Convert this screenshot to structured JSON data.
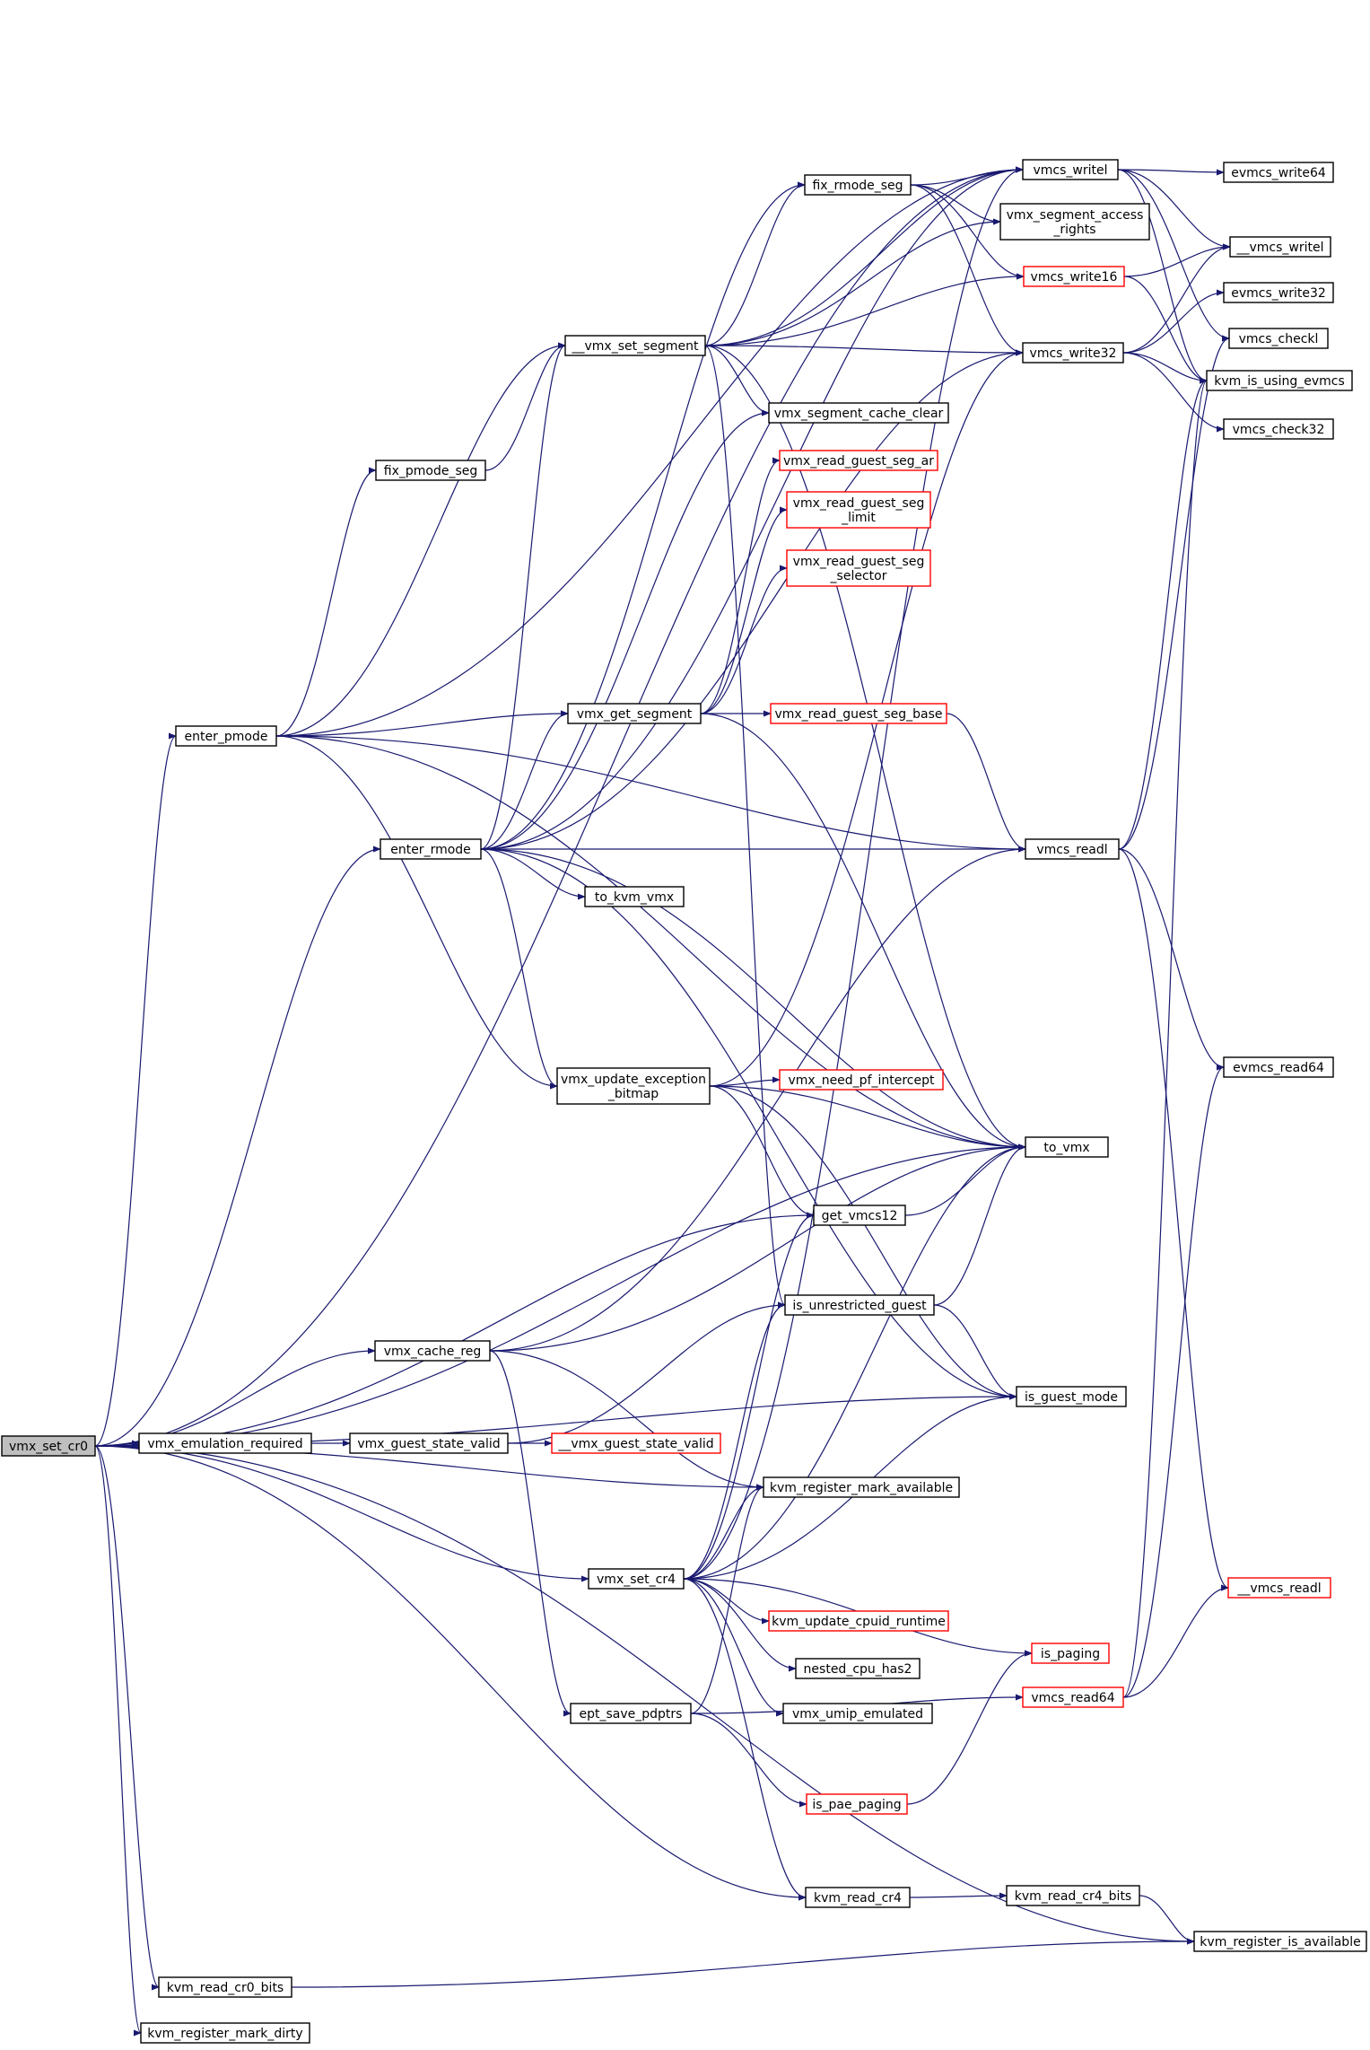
{
  "colors": {
    "edge": "#191970",
    "truncated_border": "#ff0000",
    "root_fill": "#bfbfbf",
    "node_border": "#000000",
    "background": "#ffffff"
  },
  "nodes": {
    "vmx_set_cr0": {
      "lines": [
        "vmx_set_cr0"
      ],
      "kind": "root"
    },
    "enter_pmode": {
      "lines": [
        "enter_pmode"
      ],
      "kind": "normal"
    },
    "enter_rmode": {
      "lines": [
        "enter_rmode"
      ],
      "kind": "normal"
    },
    "fix_pmode_seg": {
      "lines": [
        "fix_pmode_seg"
      ],
      "kind": "normal"
    },
    "vmx_set_segment": {
      "lines": [
        "__vmx_set_segment"
      ],
      "kind": "normal"
    },
    "fix_rmode_seg": {
      "lines": [
        "fix_rmode_seg"
      ],
      "kind": "normal"
    },
    "vmcs_writel": {
      "lines": [
        "vmcs_writel"
      ],
      "kind": "normal"
    },
    "evmcs_write64": {
      "lines": [
        "evmcs_write64"
      ],
      "kind": "normal"
    },
    "vmx_segment_access_rights": {
      "lines": [
        "vmx_segment_access",
        "_rights"
      ],
      "kind": "normal"
    },
    "__vmcs_writel": {
      "lines": [
        "__vmcs_writel"
      ],
      "kind": "normal"
    },
    "vmcs_write16": {
      "lines": [
        "vmcs_write16"
      ],
      "kind": "truncated"
    },
    "evmcs_write32": {
      "lines": [
        "evmcs_write32"
      ],
      "kind": "normal"
    },
    "vmcs_checkl": {
      "lines": [
        "vmcs_checkl"
      ],
      "kind": "normal"
    },
    "vmcs_write32": {
      "lines": [
        "vmcs_write32"
      ],
      "kind": "normal"
    },
    "kvm_is_using_evmcs": {
      "lines": [
        "kvm_is_using_evmcs"
      ],
      "kind": "normal"
    },
    "vmcs_check32": {
      "lines": [
        "vmcs_check32"
      ],
      "kind": "normal"
    },
    "vmx_segment_cache_clear": {
      "lines": [
        "vmx_segment_cache_clear"
      ],
      "kind": "normal"
    },
    "vmx_read_guest_seg_ar": {
      "lines": [
        "vmx_read_guest_seg_ar"
      ],
      "kind": "truncated"
    },
    "vmx_read_guest_seg_limit": {
      "lines": [
        "vmx_read_guest_seg",
        "_limit"
      ],
      "kind": "truncated"
    },
    "vmx_read_guest_seg_selector": {
      "lines": [
        "vmx_read_guest_seg",
        "_selector"
      ],
      "kind": "truncated"
    },
    "vmx_get_segment": {
      "lines": [
        "vmx_get_segment"
      ],
      "kind": "normal"
    },
    "vmx_read_guest_seg_base": {
      "lines": [
        "vmx_read_guest_seg_base"
      ],
      "kind": "truncated"
    },
    "vmcs_readl": {
      "lines": [
        "vmcs_readl"
      ],
      "kind": "normal"
    },
    "to_kvm_vmx": {
      "lines": [
        "to_kvm_vmx"
      ],
      "kind": "normal"
    },
    "evmcs_read64": {
      "lines": [
        "evmcs_read64"
      ],
      "kind": "normal"
    },
    "vmx_update_exception_bitmap": {
      "lines": [
        "vmx_update_exception",
        "_bitmap"
      ],
      "kind": "normal"
    },
    "vmx_need_pf_intercept": {
      "lines": [
        "vmx_need_pf_intercept"
      ],
      "kind": "truncated"
    },
    "to_vmx": {
      "lines": [
        "to_vmx"
      ],
      "kind": "normal"
    },
    "get_vmcs12": {
      "lines": [
        "get_vmcs12"
      ],
      "kind": "normal"
    },
    "is_unrestricted_guest": {
      "lines": [
        "is_unrestricted_guest"
      ],
      "kind": "normal"
    },
    "vmx_cache_reg": {
      "lines": [
        "vmx_cache_reg"
      ],
      "kind": "normal"
    },
    "is_guest_mode": {
      "lines": [
        "is_guest_mode"
      ],
      "kind": "normal"
    },
    "vmx_emulation_required": {
      "lines": [
        "vmx_emulation_required"
      ],
      "kind": "normal"
    },
    "vmx_guest_state_valid": {
      "lines": [
        "vmx_guest_state_valid"
      ],
      "kind": "normal"
    },
    "__vmx_guest_state_valid": {
      "lines": [
        "__vmx_guest_state_valid"
      ],
      "kind": "truncated"
    },
    "kvm_register_mark_available": {
      "lines": [
        "kvm_register_mark_available"
      ],
      "kind": "normal"
    },
    "vmx_set_cr4": {
      "lines": [
        "vmx_set_cr4"
      ],
      "kind": "normal"
    },
    "__vmcs_readl": {
      "lines": [
        "__vmcs_readl"
      ],
      "kind": "truncated"
    },
    "kvm_update_cpuid_runtime": {
      "lines": [
        "kvm_update_cpuid_runtime"
      ],
      "kind": "truncated"
    },
    "is_paging": {
      "lines": [
        "is_paging"
      ],
      "kind": "truncated"
    },
    "nested_cpu_has2": {
      "lines": [
        "nested_cpu_has2"
      ],
      "kind": "normal"
    },
    "vmcs_read64": {
      "lines": [
        "vmcs_read64"
      ],
      "kind": "truncated"
    },
    "ept_save_pdptrs": {
      "lines": [
        "ept_save_pdptrs"
      ],
      "kind": "normal"
    },
    "vmx_umip_emulated": {
      "lines": [
        "vmx_umip_emulated"
      ],
      "kind": "normal"
    },
    "is_pae_paging": {
      "lines": [
        "is_pae_paging"
      ],
      "kind": "truncated"
    },
    "kvm_read_cr4": {
      "lines": [
        "kvm_read_cr4"
      ],
      "kind": "normal"
    },
    "kvm_read_cr4_bits": {
      "lines": [
        "kvm_read_cr4_bits"
      ],
      "kind": "normal"
    },
    "kvm_register_is_available": {
      "lines": [
        "kvm_register_is_available"
      ],
      "kind": "normal"
    },
    "kvm_read_cr0_bits": {
      "lines": [
        "kvm_read_cr0_bits"
      ],
      "kind": "normal"
    },
    "kvm_register_mark_dirty": {
      "lines": [
        "kvm_register_mark_dirty"
      ],
      "kind": "normal"
    }
  },
  "edges": [
    [
      "vmx_set_cr0",
      "enter_pmode"
    ],
    [
      "vmx_set_cr0",
      "enter_rmode"
    ],
    [
      "vmx_set_cr0",
      "vmcs_writel"
    ],
    [
      "vmx_set_cr0",
      "to_vmx"
    ],
    [
      "vmx_set_cr0",
      "get_vmcs12"
    ],
    [
      "vmx_set_cr0",
      "vmx_cache_reg"
    ],
    [
      "vmx_set_cr0",
      "vmx_emulation_required"
    ],
    [
      "vmx_set_cr0",
      "is_guest_mode"
    ],
    [
      "vmx_set_cr0",
      "kvm_register_mark_available"
    ],
    [
      "vmx_set_cr0",
      "vmx_set_cr4"
    ],
    [
      "vmx_set_cr0",
      "kvm_read_cr4"
    ],
    [
      "vmx_set_cr0",
      "kvm_register_is_available"
    ],
    [
      "vmx_set_cr0",
      "kvm_read_cr0_bits"
    ],
    [
      "vmx_set_cr0",
      "kvm_register_mark_dirty"
    ],
    [
      "enter_pmode",
      "vmcs_writel"
    ],
    [
      "enter_pmode",
      "fix_pmode_seg"
    ],
    [
      "enter_pmode",
      "vmx_set_segment"
    ],
    [
      "enter_pmode",
      "vmx_get_segment"
    ],
    [
      "enter_pmode",
      "vmcs_readl"
    ],
    [
      "enter_pmode",
      "vmx_update_exception_bitmap"
    ],
    [
      "enter_pmode",
      "to_vmx"
    ],
    [
      "fix_pmode_seg",
      "vmx_set_segment"
    ],
    [
      "vmx_set_segment",
      "vmcs_writel"
    ],
    [
      "vmx_set_segment",
      "fix_rmode_seg"
    ],
    [
      "vmx_set_segment",
      "vmx_segment_access_rights"
    ],
    [
      "vmx_set_segment",
      "vmcs_write16"
    ],
    [
      "vmx_set_segment",
      "vmcs_write32"
    ],
    [
      "vmx_set_segment",
      "vmx_segment_cache_clear"
    ],
    [
      "vmx_set_segment",
      "to_vmx"
    ],
    [
      "vmx_set_segment",
      "is_unrestricted_guest"
    ],
    [
      "fix_rmode_seg",
      "vmcs_writel"
    ],
    [
      "fix_rmode_seg",
      "vmx_segment_access_rights"
    ],
    [
      "fix_rmode_seg",
      "vmcs_write16"
    ],
    [
      "fix_rmode_seg",
      "vmcs_write32"
    ],
    [
      "vmcs_writel",
      "evmcs_write64"
    ],
    [
      "vmcs_writel",
      "__vmcs_writel"
    ],
    [
      "vmcs_writel",
      "vmcs_checkl"
    ],
    [
      "vmcs_writel",
      "kvm_is_using_evmcs"
    ],
    [
      "vmcs_write16",
      "__vmcs_writel"
    ],
    [
      "vmcs_write16",
      "kvm_is_using_evmcs"
    ],
    [
      "vmcs_write32",
      "evmcs_write32"
    ],
    [
      "vmcs_write32",
      "__vmcs_writel"
    ],
    [
      "vmcs_write32",
      "kvm_is_using_evmcs"
    ],
    [
      "vmcs_write32",
      "vmcs_check32"
    ],
    [
      "enter_rmode",
      "vmcs_writel"
    ],
    [
      "enter_rmode",
      "fix_rmode_seg"
    ],
    [
      "enter_rmode",
      "vmx_set_segment"
    ],
    [
      "enter_rmode",
      "vmx_segment_cache_clear"
    ],
    [
      "enter_rmode",
      "vmx_get_segment"
    ],
    [
      "enter_rmode",
      "vmcs_write32"
    ],
    [
      "enter_rmode",
      "vmcs_readl"
    ],
    [
      "enter_rmode",
      "to_kvm_vmx"
    ],
    [
      "enter_rmode",
      "vmx_update_exception_bitmap"
    ],
    [
      "enter_rmode",
      "to_vmx"
    ],
    [
      "enter_rmode",
      "is_guest_mode"
    ],
    [
      "vmx_get_segment",
      "vmx_read_guest_seg_ar"
    ],
    [
      "vmx_get_segment",
      "vmx_read_guest_seg_limit"
    ],
    [
      "vmx_get_segment",
      "vmx_read_guest_seg_selector"
    ],
    [
      "vmx_get_segment",
      "vmx_read_guest_seg_base"
    ],
    [
      "vmx_get_segment",
      "to_vmx"
    ],
    [
      "vmx_read_guest_seg_base",
      "vmcs_readl"
    ],
    [
      "vmcs_readl",
      "kvm_is_using_evmcs"
    ],
    [
      "vmcs_readl",
      "vmcs_checkl"
    ],
    [
      "vmcs_readl",
      "evmcs_read64"
    ],
    [
      "vmcs_readl",
      "__vmcs_readl"
    ],
    [
      "vmx_update_exception_bitmap",
      "vmx_need_pf_intercept"
    ],
    [
      "vmx_update_exception_bitmap",
      "to_vmx"
    ],
    [
      "vmx_update_exception_bitmap",
      "get_vmcs12"
    ],
    [
      "vmx_update_exception_bitmap",
      "is_guest_mode"
    ],
    [
      "vmx_update_exception_bitmap",
      "vmcs_write32"
    ],
    [
      "get_vmcs12",
      "to_vmx"
    ],
    [
      "is_unrestricted_guest",
      "to_vmx"
    ],
    [
      "is_unrestricted_guest",
      "is_guest_mode"
    ],
    [
      "vmx_cache_reg",
      "vmcs_readl"
    ],
    [
      "vmx_cache_reg",
      "to_vmx"
    ],
    [
      "vmx_cache_reg",
      "kvm_register_mark_available"
    ],
    [
      "vmx_cache_reg",
      "ept_save_pdptrs"
    ],
    [
      "vmx_emulation_required",
      "vmx_guest_state_valid"
    ],
    [
      "vmx_guest_state_valid",
      "__vmx_guest_state_valid"
    ],
    [
      "vmx_guest_state_valid",
      "is_unrestricted_guest"
    ],
    [
      "vmx_set_cr4",
      "vmcs_writel"
    ],
    [
      "vmx_set_cr4",
      "get_vmcs12"
    ],
    [
      "vmx_set_cr4",
      "is_guest_mode"
    ],
    [
      "vmx_set_cr4",
      "to_vmx"
    ],
    [
      "vmx_set_cr4",
      "kvm_register_mark_available"
    ],
    [
      "vmx_set_cr4",
      "kvm_update_cpuid_runtime"
    ],
    [
      "vmx_set_cr4",
      "nested_cpu_has2"
    ],
    [
      "vmx_set_cr4",
      "vmx_umip_emulated"
    ],
    [
      "vmx_set_cr4",
      "is_paging"
    ],
    [
      "vmx_set_cr4",
      "kvm_read_cr4"
    ],
    [
      "vmx_set_cr4",
      "is_unrestricted_guest"
    ],
    [
      "ept_save_pdptrs",
      "kvm_register_mark_available"
    ],
    [
      "ept_save_pdptrs",
      "is_pae_paging"
    ],
    [
      "ept_save_pdptrs",
      "vmcs_read64"
    ],
    [
      "is_pae_paging",
      "is_paging"
    ],
    [
      "vmcs_read64",
      "kvm_is_using_evmcs"
    ],
    [
      "vmcs_read64",
      "evmcs_read64"
    ],
    [
      "vmcs_read64",
      "__vmcs_readl"
    ],
    [
      "kvm_read_cr4",
      "kvm_read_cr4_bits"
    ],
    [
      "kvm_read_cr4_bits",
      "kvm_register_is_available"
    ],
    [
      "kvm_read_cr0_bits",
      "kvm_register_is_available"
    ]
  ]
}
